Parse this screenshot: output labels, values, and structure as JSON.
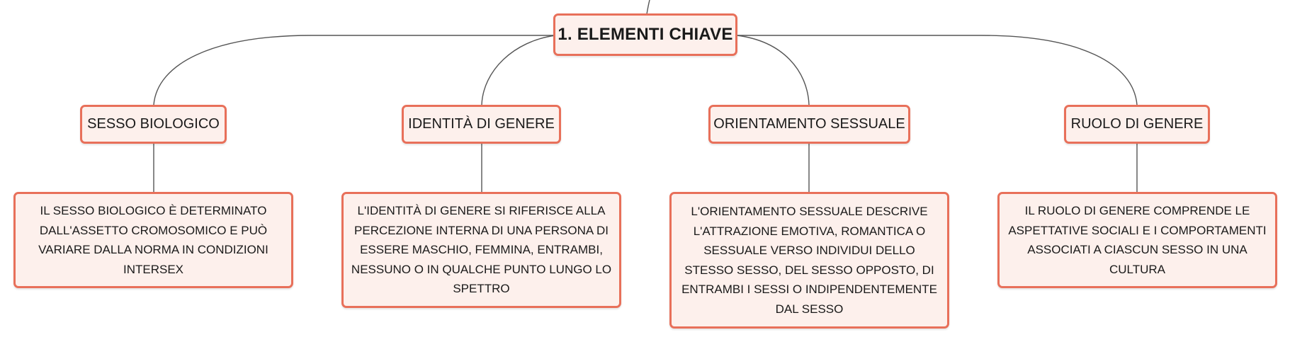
{
  "root": {
    "label": "1. ELEMENTI CHIAVE"
  },
  "branches": [
    {
      "label": "SESSO BIOLOGICO",
      "description": "IL SESSO BIOLOGICO È DETERMINATO DALL'ASSETTO CROMOSOMICO E PUÒ VARIARE DALLA NORMA IN CONDIZIONI INTERSEX"
    },
    {
      "label": "IDENTITÀ DI GENERE",
      "description": "L'IDENTITÀ DI GENERE SI RIFERISCE ALLA PERCEZIONE INTERNA DI UNA PERSONA DI ESSERE MASCHIO, FEMMINA, ENTRAMBI, NESSUNO O IN QUALCHE PUNTO LUNGO LO SPETTRO"
    },
    {
      "label": "ORIENTAMENTO SESSUALE",
      "description": "L'ORIENTAMENTO SESSUALE DESCRIVE L'ATTRAZIONE EMOTIVA, ROMANTICA O SESSUALE VERSO INDIVIDUI DELLO STESSO SESSO, DEL SESSO OPPOSTO, DI ENTRAMBI I SESSI O INDIPENDENTEMENTE DAL SESSO"
    },
    {
      "label": "RUOLO DI GENERE",
      "description": "IL RUOLO DI GENERE COMPRENDE LE ASPETTATIVE SOCIALI E I COMPORTAMENTI ASSOCIATI A CIASCUN SESSO IN UNA CULTURA"
    }
  ],
  "colors": {
    "node_border": "#e8705a",
    "node_fill": "#fdf0ec",
    "connector": "#555555"
  }
}
